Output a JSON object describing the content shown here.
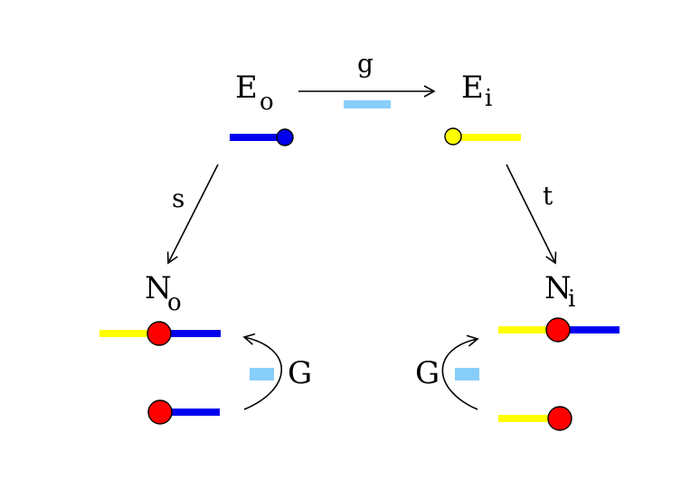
{
  "nodes": {
    "eo": {
      "letter": "E",
      "sub": "o"
    },
    "ei": {
      "letter": "E",
      "sub": "i"
    },
    "no": {
      "letter": "N",
      "sub": "o"
    },
    "ni": {
      "letter": "N",
      "sub": "i"
    }
  },
  "arrows": {
    "g": "g",
    "s": "s",
    "t": "t",
    "g_left": "G",
    "g_right": "G"
  },
  "colors": {
    "dark_blue": "#0000ee",
    "yellow": "#ffff00",
    "red": "#ff0000",
    "light_blue": "#87cefa",
    "stroke": "#000000"
  }
}
